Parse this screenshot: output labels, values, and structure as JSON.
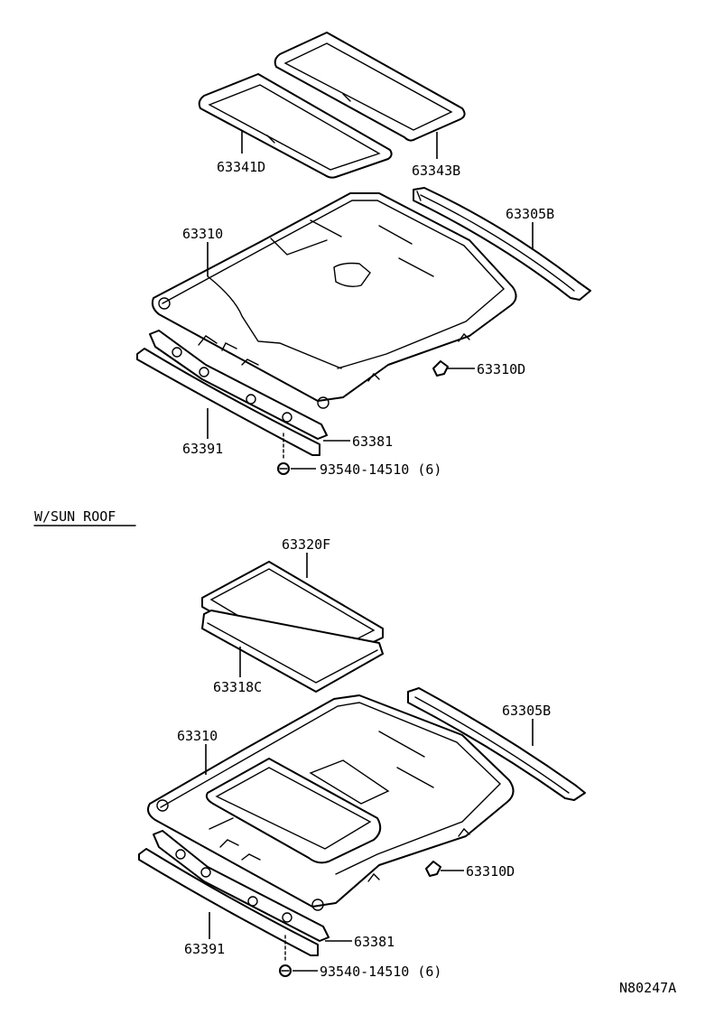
{
  "diagram": {
    "code": "N80247A",
    "standard": {
      "parts": {
        "sunshade_left": "63341D",
        "sunshade_right": "63343B",
        "headliner": "63310",
        "side_rail": "63305B",
        "clip": "63310D",
        "front_retainer": "63381",
        "front_molding": "63391",
        "screw": "93540-14510 (6)"
      }
    },
    "sunroof": {
      "section_label": "W/SUN ROOF",
      "parts": {
        "sunroof_frame": "63320F",
        "sunroof_seal": "63318C",
        "headliner": "63310",
        "side_rail": "63305B",
        "clip": "63310D",
        "front_retainer": "63381",
        "front_molding": "63391",
        "screw": "93540-14510 (6)"
      }
    }
  }
}
